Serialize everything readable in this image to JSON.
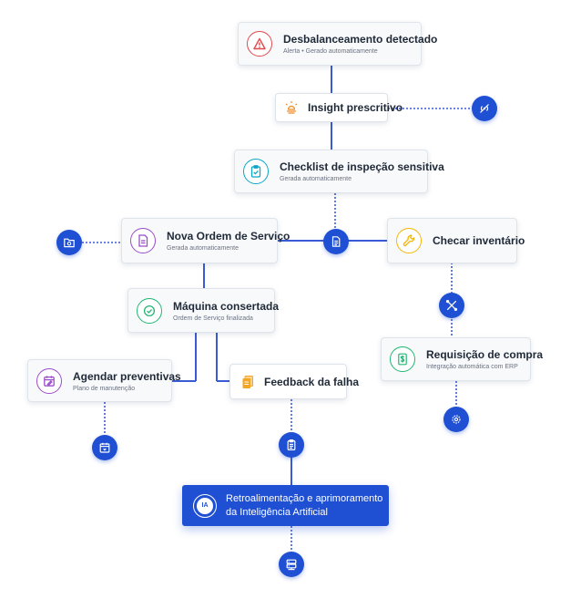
{
  "colors": {
    "primary": "#1f4fd3",
    "connector": "#3b5bd6",
    "alert_red": "#e5484d",
    "insight_orange": "#f08a24",
    "checklist_teal": "#0ea5c6",
    "order_purple": "#9b4dca",
    "success_green": "#22b573",
    "inventory_yellow": "#f5b700",
    "feedback_amber": "#f5a623"
  },
  "steps": {
    "alert": {
      "title": "Desbalanceamento detectado",
      "subtitle": "Alerta • Gerado automaticamente",
      "icon": "warning-triangle-icon"
    },
    "insight": {
      "title": "Insight prescritivo",
      "icon": "lightbulb-icon"
    },
    "checklist": {
      "title": "Checklist de inspeção sensitiva",
      "subtitle": "Gerada automaticamente",
      "icon": "clipboard-check-icon"
    },
    "work_order": {
      "title": "Nova Ordem de Serviço",
      "subtitle": "Gerada automaticamente",
      "icon": "document-icon"
    },
    "inventory": {
      "title": "Checar inventário",
      "icon": "wrench-icon"
    },
    "fixed": {
      "title": "Máquina consertada",
      "subtitle": "Ordem de Serviço finalizada",
      "icon": "check-circle-icon"
    },
    "purchase": {
      "title": "Requisição de compra",
      "subtitle": "Integração automática com ERP",
      "icon": "dollar-document-icon"
    },
    "preventive": {
      "title": "Agendar preventivas",
      "subtitle": "Plano de manutenção",
      "icon": "calendar-edit-icon"
    },
    "feedback": {
      "title": "Feedback da falha",
      "icon": "files-icon"
    },
    "ai": {
      "badge": "IA",
      "line1": "Retroalimentação e aprimoramento",
      "line2": "da Inteligência Artificial",
      "icon": "ai-badge-icon"
    }
  },
  "connector_nodes": [
    "sensor-signal-icon",
    "document-icon",
    "folder-settings-icon",
    "tools-icon",
    "gear-icon",
    "calendar-icon",
    "clipboard-icon",
    "server-icon"
  ]
}
